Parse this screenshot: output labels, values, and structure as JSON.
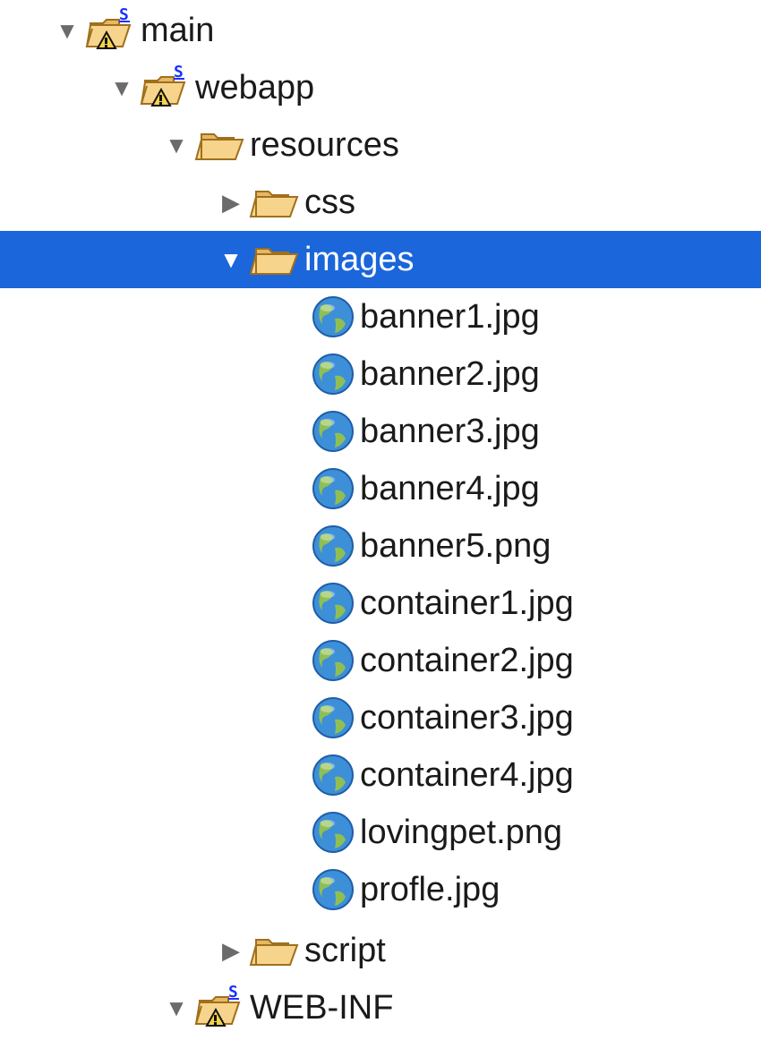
{
  "tree": {
    "items": [
      {
        "label": "main",
        "icon": "source-folder-warning-icon",
        "expanded": true
      },
      {
        "label": "webapp",
        "icon": "source-folder-warning-icon",
        "expanded": true
      },
      {
        "label": "resources",
        "icon": "folder-open-icon",
        "expanded": true
      },
      {
        "label": "css",
        "icon": "folder-open-icon",
        "expanded": false
      },
      {
        "label": "images",
        "icon": "folder-open-icon",
        "expanded": true,
        "selected": true
      },
      {
        "label": "banner1.jpg",
        "icon": "globe-file-icon"
      },
      {
        "label": "banner2.jpg",
        "icon": "globe-file-icon"
      },
      {
        "label": "banner3.jpg",
        "icon": "globe-file-icon"
      },
      {
        "label": "banner4.jpg",
        "icon": "globe-file-icon"
      },
      {
        "label": "banner5.png",
        "icon": "globe-file-icon"
      },
      {
        "label": "container1.jpg",
        "icon": "globe-file-icon"
      },
      {
        "label": "container2.jpg",
        "icon": "globe-file-icon"
      },
      {
        "label": "container3.jpg",
        "icon": "globe-file-icon"
      },
      {
        "label": "container4.jpg",
        "icon": "globe-file-icon"
      },
      {
        "label": "lovingpet.png",
        "icon": "globe-file-icon"
      },
      {
        "label": "profle.jpg",
        "icon": "globe-file-icon"
      },
      {
        "label": "script",
        "icon": "folder-open-icon",
        "expanded": false
      },
      {
        "label": "WEB-INF",
        "icon": "source-folder-warning-icon",
        "expanded": true
      }
    ]
  },
  "colors": {
    "selection": "#1a66da",
    "folder": "#e9b35a",
    "globe": "#3d8fd8"
  }
}
